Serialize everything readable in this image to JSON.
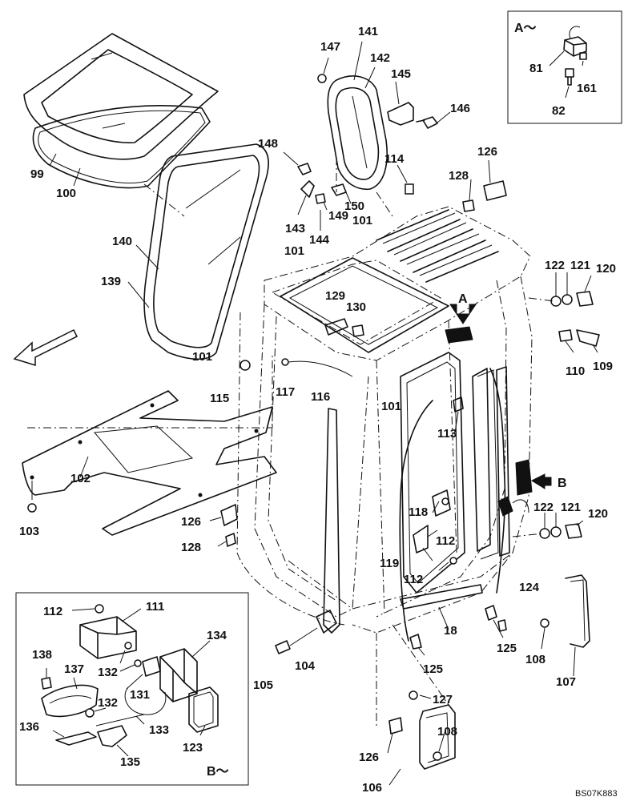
{
  "drawing_number": "BS07K883",
  "detail_a": {
    "title": "A～",
    "parts": [
      "81",
      "161",
      "82"
    ]
  },
  "detail_b": {
    "title": "B～",
    "parts": [
      "112",
      "111",
      "134",
      "138",
      "137",
      "132",
      "131",
      "132",
      "133",
      "136",
      "135",
      "123"
    ]
  },
  "view_markers": {
    "a": "A",
    "b": "B"
  },
  "callouts": [
    "147",
    "141",
    "142",
    "145",
    "146",
    "148",
    "114",
    "126",
    "128",
    "99",
    "100",
    "150",
    "149",
    "143",
    "144",
    "101",
    "140",
    "101",
    "139",
    "129",
    "130",
    "122",
    "121",
    "120",
    "109",
    "110",
    "101",
    "101",
    "115",
    "117",
    "116",
    "113",
    "102",
    "126",
    "103",
    "128",
    "122",
    "121",
    "120",
    "118",
    "112",
    "119",
    "112",
    "124",
    "18",
    "125",
    "108",
    "107",
    "125",
    "104",
    "105",
    "127",
    "108",
    "126",
    "106"
  ]
}
